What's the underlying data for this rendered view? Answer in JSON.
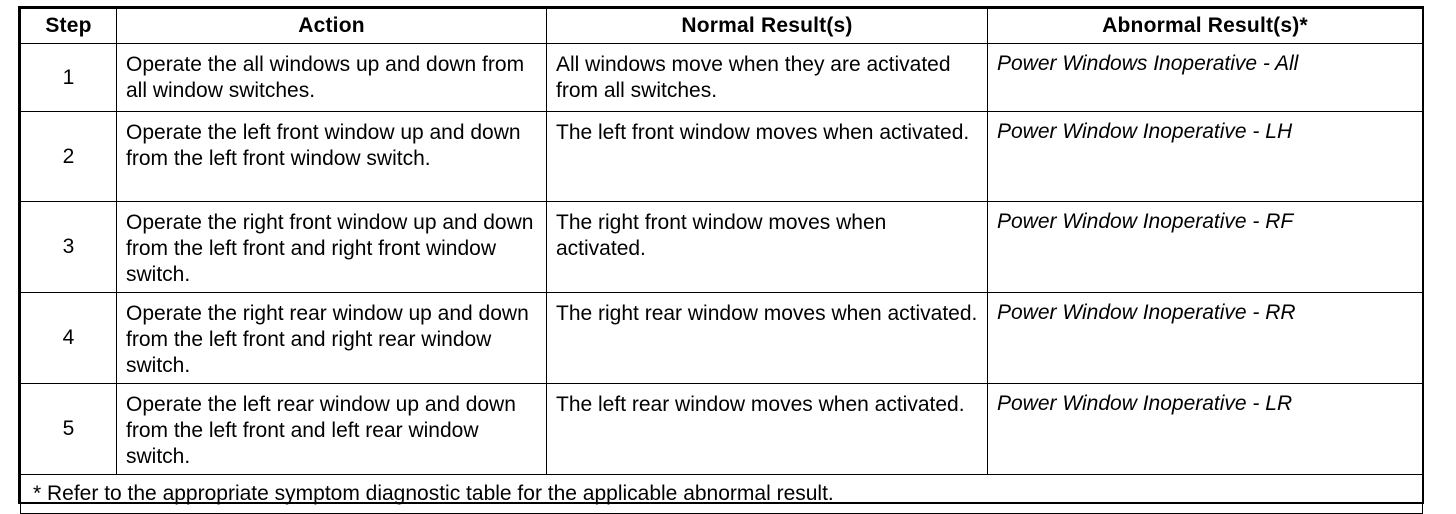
{
  "table": {
    "headers": {
      "step": "Step",
      "action": "Action",
      "normal": "Normal Result(s)",
      "abnormal": "Abnormal Result(s)*"
    },
    "rows": [
      {
        "step": "1",
        "action": "Operate the all windows up and down from all window switches.",
        "normal": "All windows move when they are activated from all switches.",
        "abnormal": "Power Windows Inoperative - All"
      },
      {
        "step": "2",
        "action": "Operate the left front window up and down from the left front window switch.",
        "normal": "The left front window moves when activated.",
        "abnormal": "Power Window Inoperative - LH"
      },
      {
        "step": "3",
        "action": "Operate the right front window up and down from the left front and right front window switch.",
        "normal": "The right front window moves when activated.",
        "abnormal": "Power Window Inoperative - RF"
      },
      {
        "step": "4",
        "action": "Operate the right rear window up and down from the left front and right rear window switch.",
        "normal": "The right rear window moves when activated.",
        "abnormal": "Power Window Inoperative - RR"
      },
      {
        "step": "5",
        "action": "Operate the left rear window up and down from the left front and left rear window switch.",
        "normal": "The left rear window moves when activated.",
        "abnormal": "Power Window Inoperative - LR"
      }
    ],
    "footnote": "* Refer to the appropriate symptom diagnostic table for the applicable abnormal result."
  }
}
